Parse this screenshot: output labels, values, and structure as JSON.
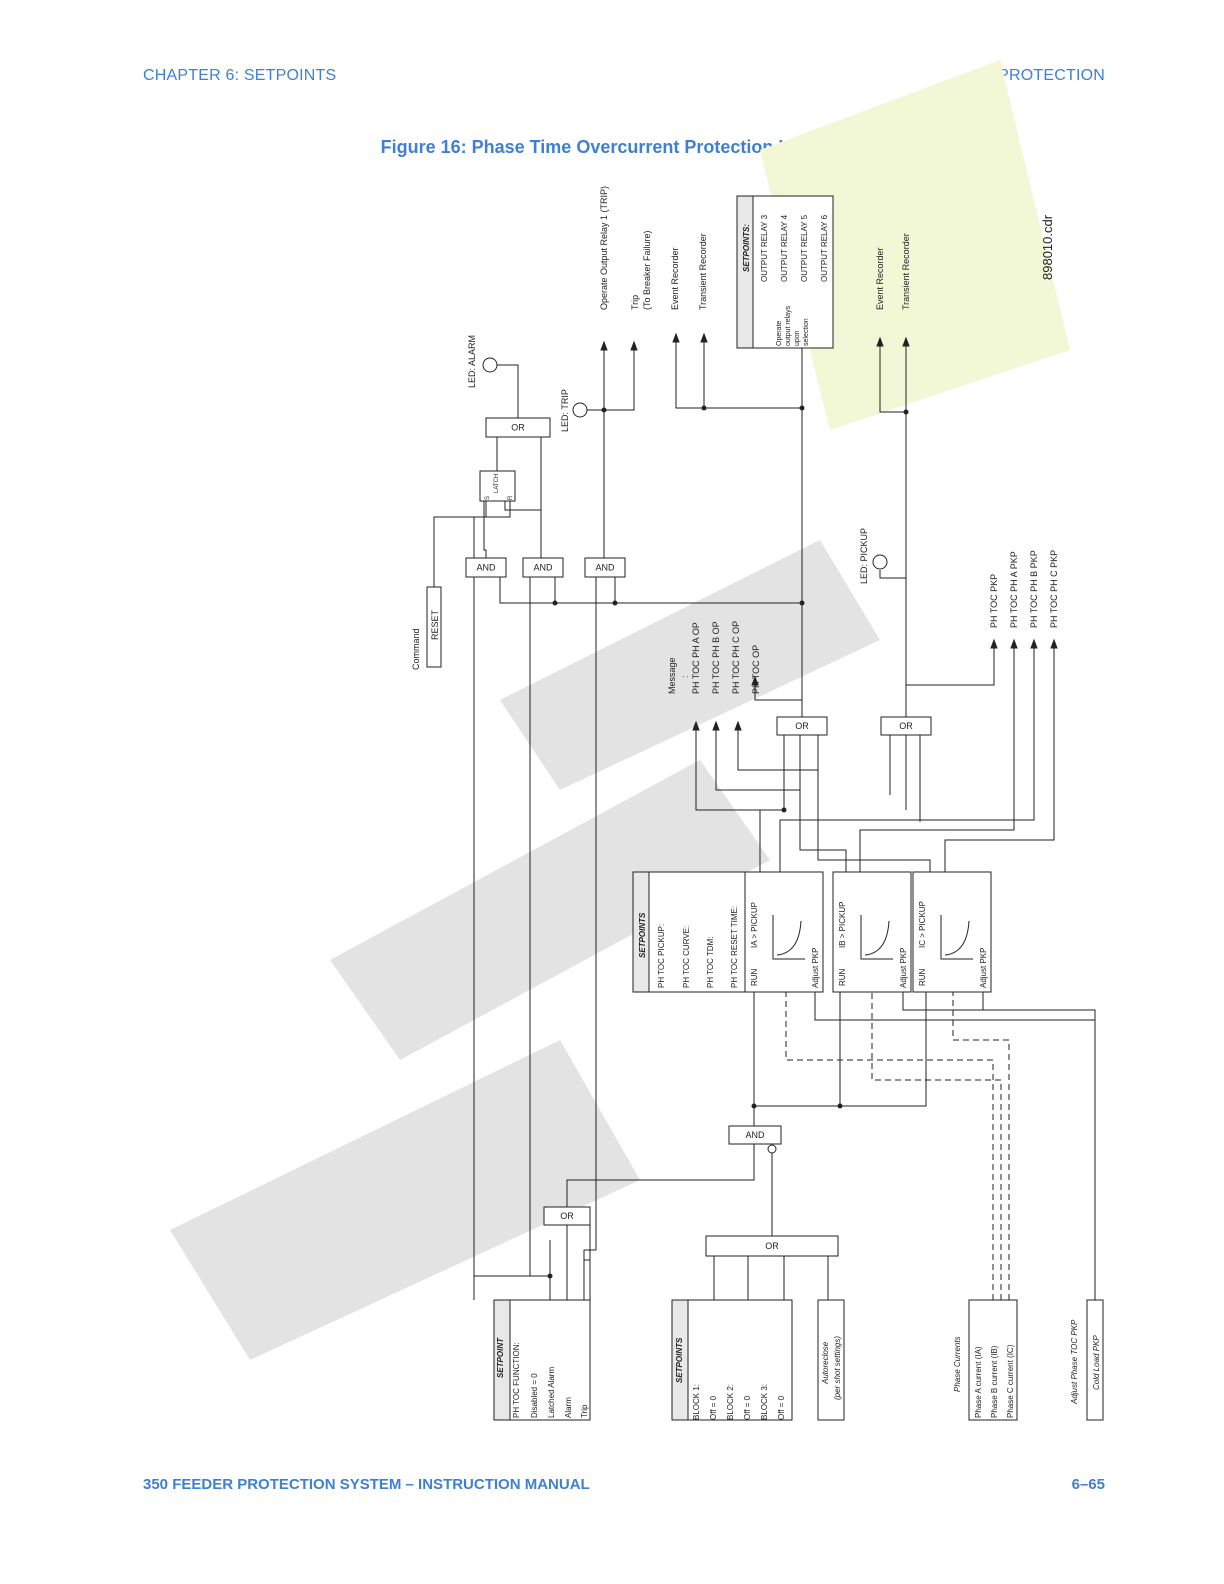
{
  "header": {
    "left": "CHAPTER 6: SETPOINTS",
    "right": "S3 PROTECTION"
  },
  "figure_title": "Figure 16: Phase Time Overcurrent Protection Logic Diagram",
  "footer": {
    "left": "350 FEEDER PROTECTION SYSTEM – INSTRUCTION MANUAL",
    "right": "6–65"
  },
  "diagram": {
    "setpoint_function": [
      "SETPOINT",
      "PH TOC FUNCTION:",
      "Disabled = 0",
      "Latched Alarm",
      "Alarm",
      "Trip"
    ],
    "setpoints_block": [
      "SETPOINTS",
      "BLOCK 1:",
      "Off = 0",
      "BLOCK 2:",
      "Off = 0",
      "BLOCK 3:",
      "Off = 0"
    ],
    "autoreclose": [
      "Autoreclose",
      "(per shot  settings)"
    ],
    "phase_currents_title": "Phase Currents",
    "phase_currents": [
      "Phase A current (IA)",
      "Phase B current (IB)",
      "Phase C current (IC)"
    ],
    "adjust_title": "Adjust Phase TOC PKP",
    "cold_load": "Cold Load PKP",
    "toc_setpoints": [
      "SETPOINTS",
      "PH TOC PICKUP:",
      "PH TOC CURVE:",
      "PH TOC TDM:",
      "PH TOC RESET TIME:"
    ],
    "elements": [
      {
        "pickup": "IA > PICKUP",
        "run": "RUN",
        "adjust": "Adjust PKP"
      },
      {
        "pickup": "IB > PICKUP",
        "run": "RUN",
        "adjust": "Adjust PKP"
      },
      {
        "pickup": "IC > PICKUP",
        "run": "RUN",
        "adjust": "Adjust PKP"
      }
    ],
    "gate_labels": {
      "and": "AND",
      "or": "OR",
      "latch_s": "S",
      "latch": "LATCH",
      "latch_r": "R"
    },
    "command_label": "Command",
    "reset_label": "RESET",
    "led_alarm": "LED: ALARM",
    "led_trip": "LED: TRIP",
    "led_pickup": "LED: PICKUP",
    "message_label": "Message",
    "message_colon": ":",
    "messages": [
      "PH TOC PH A OP",
      "PH TOC PH B OP",
      "PH TOC PH C OP",
      "PH TOC OP"
    ],
    "pkp_outputs": [
      "PH TOC  PKP",
      "PH TOC PH A PKP",
      "PH TOC PH B PKP",
      "PH TOC PH C PKP"
    ],
    "operate_relay": "Operate Output Relay 1 (TRIP)",
    "trip_label": "Trip",
    "trip_sub": "(To Breaker Failure)",
    "event_recorder": "Event Recorder",
    "transient_recorder": "Transient Recorder",
    "relay_setpoints_title": "SETPOINTS:",
    "relay_operate_text": [
      "Operate",
      "output relays",
      "upon",
      "selection"
    ],
    "relays": [
      "OUTPUT RELAY 3",
      "OUTPUT RELAY 4",
      "OUTPUT RELAY 5",
      "OUTPUT RELAY 6"
    ],
    "drawing_id": "898010.cdr"
  }
}
